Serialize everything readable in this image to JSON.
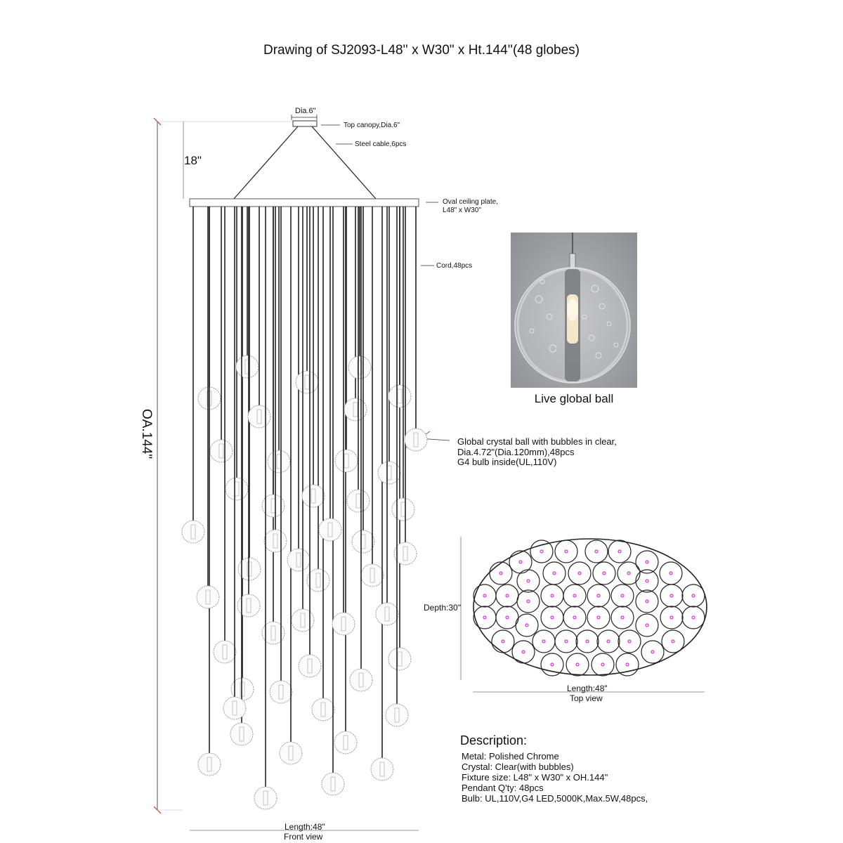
{
  "title": "Drawing of SJ2093-L48'' x  W30\" x Ht.144''(48 globes)",
  "front_view": {
    "canopy_dim_label": "Dia.6\"",
    "top_canopy_label": "Top canopy,Dia.6\"",
    "steel_cable_label": "Steel cable,6pcs",
    "cable_height_label": "18\"",
    "ceiling_plate_label_1": "Oval ceiling plate,",
    "ceiling_plate_label_2": "L48\" x W30\"",
    "cord_label": "Cord,48pcs",
    "overall_height_label": "OA.144\"",
    "ball_label_1": "Global crystal ball with bubbles in clear,",
    "ball_label_2": "Dia.4.72\"(Dia.120mm),48pcs",
    "ball_label_3": "G4 bulb inside(UL,110V)",
    "length_label": "Length:48\"",
    "view_label": "Front view"
  },
  "photo": {
    "caption": "Live global ball"
  },
  "top_view": {
    "depth_label": "Depth:30\"",
    "length_label": "Length:48\"",
    "view_label": "Top view",
    "globe_count": 48
  },
  "description": {
    "heading": "Description:",
    "lines": [
      "Metal: Polished Chrome",
      "Crystal: Clear(with bubbles)",
      "Fixture size: L48\" x W30\" x OH.144\"",
      "Pendant Q'ty: 48pcs",
      "Bulb: UL,110V,G4 LED,5000K,Max.5W,48pcs,"
    ]
  },
  "colors": {
    "line": "#222222",
    "dim_mark": "#c0392b",
    "bulb_dot": "#e000e0",
    "globe_stroke": "#9a9a9a"
  }
}
